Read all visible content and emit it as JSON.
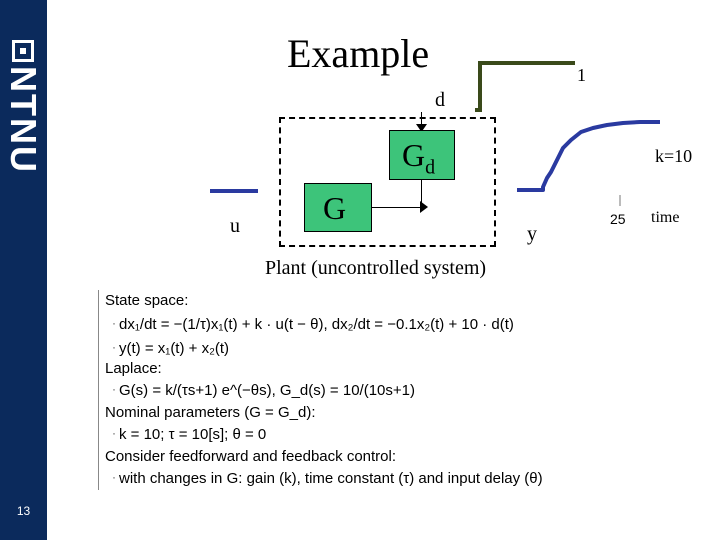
{
  "slide": {
    "title": "Example",
    "page_number": "13",
    "logo_text": "NTNU"
  },
  "diagram": {
    "u_label": "u",
    "d_label": "d",
    "step_value": "1",
    "gd_label": "G",
    "gd_sub": "d",
    "g_label": "G",
    "y_label": "y",
    "k_label": "k=10",
    "tick_label": "25",
    "time_label": "time",
    "plant_caption": "Plant (uncontrolled system)"
  },
  "text": {
    "state_space": "State space:",
    "eq1": "dx₁/dt = −(1/τ)x₁(t) + k · u(t − θ),   dx₂/dt = −0.1x₂(t) + 10 · d(t)",
    "eq2": "y(t) = x₁(t) + x₂(t)",
    "laplace": "Laplace:",
    "eq3": "G(s) = k/(τs+1) e^(−θs),   G_d(s) = 10/(10s+1)",
    "nominal": "Nominal parameters (G = G_d):",
    "eq4": "k = 10;   τ = 10[s];   θ = 0",
    "consider": "Consider feedforward and feedback control:",
    "changes": "with changes in G: gain (k), time constant (τ) and input delay (θ)"
  },
  "colors": {
    "sidebar": "#0b2a5c",
    "block_fill": "#3dc47a",
    "step_line": "#3a4a1a",
    "signal_line": "#2a3aa0"
  }
}
